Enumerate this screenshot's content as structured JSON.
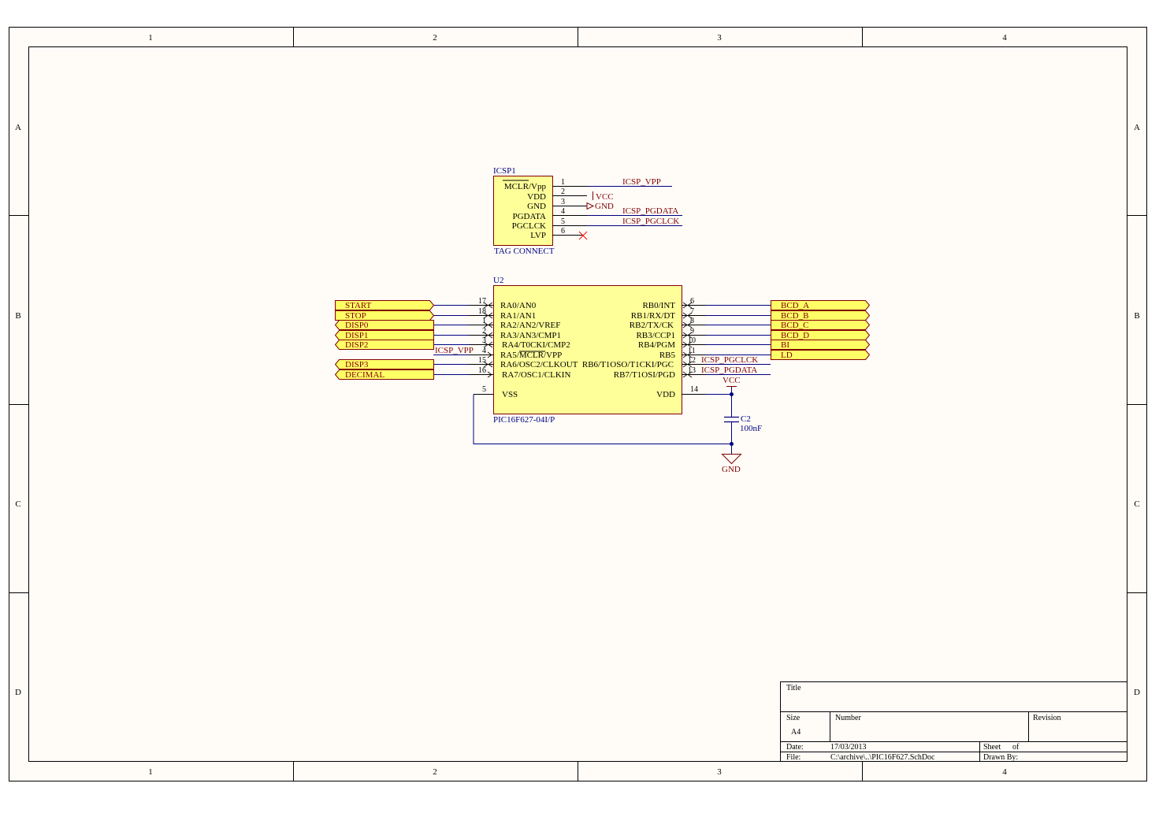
{
  "colors": {
    "sheet_bg": "#fffcf8",
    "border": "#000000",
    "component_fill": "#ffff99",
    "component_stroke": "#800000",
    "wire": "#000080",
    "net_label": "#800000",
    "designator": "#000080",
    "port_fill": "#ffff66",
    "power_port": "#800000",
    "no_connect": "#ff0000"
  },
  "border": {
    "columns": [
      "1",
      "2",
      "3",
      "4"
    ],
    "rows": [
      "A",
      "B",
      "C",
      "D"
    ]
  },
  "icsp": {
    "designator": "ICSP1",
    "comment": "TAG CONNECT",
    "pins": [
      {
        "name": "MCLR/Vpp",
        "number": "1",
        "net": "ICSP_VPP"
      },
      {
        "name": "VDD",
        "number": "2",
        "net": "VCC"
      },
      {
        "name": "GND",
        "number": "3",
        "net": "GND"
      },
      {
        "name": "PGDATA",
        "number": "4",
        "net": "ICSP_PGDATA"
      },
      {
        "name": "PGCLCK",
        "number": "5",
        "net": "ICSP_PGCLCK"
      },
      {
        "name": "LVP",
        "number": "6",
        "net": ""
      }
    ]
  },
  "mcu": {
    "designator": "U2",
    "comment": "PIC16F627-04I/P",
    "left_pins": [
      {
        "name": "RA0/AN0",
        "number": "17"
      },
      {
        "name": "RA1/AN1",
        "number": "18"
      },
      {
        "name": "RA2/AN2/VREF",
        "number": "1"
      },
      {
        "name": "RA3/AN3/CMP1",
        "number": "2"
      },
      {
        "name": "RA4/T0CKI/CMP2",
        "number": "3"
      },
      {
        "name": "RA5/MCLR/VPP",
        "number": "4"
      },
      {
        "name": "RA6/OSC2/CLKOUT",
        "number": "15"
      },
      {
        "name": "RA7/OSC1/CLKIN",
        "number": "16"
      },
      {
        "name": "VSS",
        "number": "5"
      }
    ],
    "right_pins": [
      {
        "name": "RB0/INT",
        "number": "6"
      },
      {
        "name": "RB1/RX/DT",
        "number": "7"
      },
      {
        "name": "RB2/TX/CK",
        "number": "8"
      },
      {
        "name": "RB3/CCP1",
        "number": "9"
      },
      {
        "name": "RB4/PGM",
        "number": "10"
      },
      {
        "name": "RB5",
        "number": "11"
      },
      {
        "name": "RB6/T1OSO/T1CKI/PGC",
        "number": "12"
      },
      {
        "name": "RB7/T1OSI/PGD",
        "number": "13"
      },
      {
        "name": "VDD",
        "number": "14"
      }
    ]
  },
  "ports_left": [
    "START",
    "STOP",
    "DISP0",
    "DISP1",
    "DISP2",
    "DISP3",
    "DECIMAL"
  ],
  "ports_right": [
    "BCD_A",
    "BCD_B",
    "BCD_C",
    "BCD_D",
    "BI",
    "LD"
  ],
  "nets": {
    "icsp_vpp": "ICSP_VPP",
    "icsp_pgclck": "ICSP_PGCLCK",
    "icsp_pgdata": "ICSP_PGDATA"
  },
  "power": {
    "vcc": "VCC",
    "gnd": "GND"
  },
  "capacitor": {
    "designator": "C2",
    "value": "100nF"
  },
  "title_block": {
    "title_label": "Title",
    "size_label": "Size",
    "size_value": "A4",
    "number_label": "Number",
    "revision_label": "Revision",
    "date_label": "Date:",
    "date_value": "17/03/2013",
    "sheet_label": "Sheet",
    "of_label": "of",
    "file_label": "File:",
    "file_value": "C:\\archive\\..\\PIC16F627.SchDoc",
    "drawn_by_label": "Drawn By:"
  }
}
